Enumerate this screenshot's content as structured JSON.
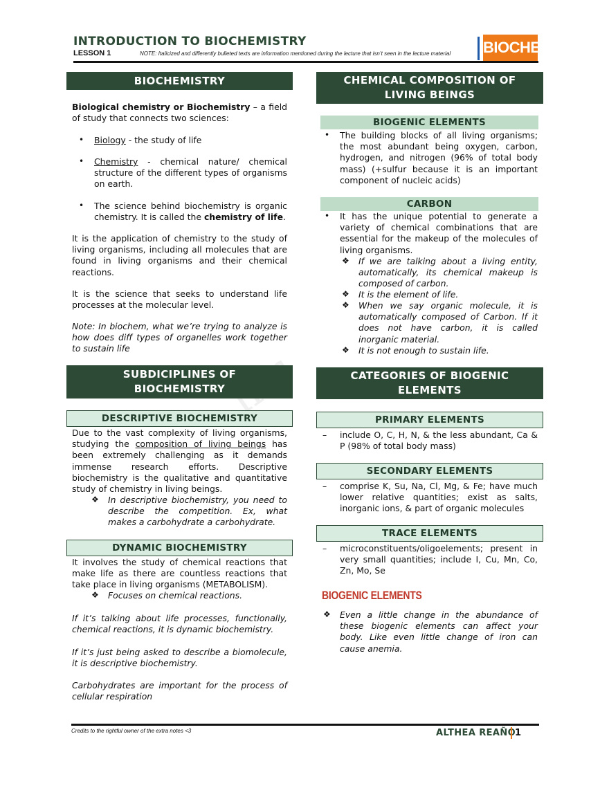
{
  "header": {
    "title": "INTRODUCTION TO BIOCHEMISTRY",
    "lesson": "LESSON 1",
    "note": "NOTE: Italicized and differently bulleted texts are information mentioned during the lecture that isn’t seen in the lecture material",
    "logo": "BIOCHEM"
  },
  "left": {
    "biochem_heading": "BIOCHEMISTRY",
    "def_bold": "Biological chemistry or Biochemistry",
    "def_rest": " – a field of study that connects two sciences:",
    "b1_u": "Biology",
    "b1_rest": " - the study of life",
    "b2_u": "Chemistry",
    "b2_rest": " - chemical nature/ chemical structure of the different types of organisms on earth.",
    "b3_rest": "The science behind biochemistry is organic chemistry. It is called the ",
    "b3_bold": "chemistry of life",
    "b3_end": ".",
    "p1": "It is the application of chemistry to the study of living organisms, including all molecules that are found in living organisms and their chemical reactions.",
    "p2": "It is the science that seeks to understand life processes at the molecular level.",
    "note": "Note: In biochem, what we’re trying to analyze is how does diff types of organelles work together to sustain life",
    "sub_heading_1": "SUBDICIPLINES OF",
    "sub_heading_2": "BIOCHEMISTRY",
    "desc_heading": "DESCRIPTIVE BIOCHEMISTRY",
    "desc_a": "Due to the vast complexity of living organisms, studying the ",
    "desc_u": "composition of living beings",
    "desc_b": " has been extremely challenging as it demands immense research efforts. Descriptive biochemistry is the qualitative and quantitative study of chemistry in living beings.",
    "desc_d": "In descriptive biochemistry, you need to describe the competition. Ex, what makes a carbohydrate a carbohydrate.",
    "dyn_heading": "DYNAMIC BIOCHEMISTRY",
    "dyn_p": "It involves the study of chemical reactions that make life as there are countless reactions that take place in living organisms (METABOLISM).",
    "dyn_d": "Focuses on chemical reactions.",
    "it1": "If it’s talking about life processes, functionally, chemical reactions, it is dynamic biochemistry.",
    "it2": "If it’s just being asked to describe a biomolecule, it is descriptive biochemistry.",
    "it3": "Carbohydrates are important for the process of cellular respiration"
  },
  "right": {
    "chem_heading_1": "CHEMICAL COMPOSITION OF",
    "chem_heading_2": "LIVING BEINGS",
    "bio_heading": "BIOGENIC ELEMENTS",
    "bio_b": "The building blocks of all living organisms; the most abundant being oxygen, carbon, hydrogen, and nitrogen (96% of total body mass) (+sulfur because it is an important component of nucleic acids)",
    "carbon_heading": "CARBON",
    "carbon_b": "It has the unique potential to generate a variety of chemical combinations that are essential for the makeup of the molecules of living organisms.",
    "c_d1": "If we are talking about a living entity, automatically, its chemical makeup is composed of carbon.",
    "c_d2": "It is the element of life.",
    "c_d3": "When we say organic molecule, it is automatically composed of Carbon. If it does not have carbon, it is called inorganic material.",
    "c_d4": "It is not enough to sustain life.",
    "cat_heading_1": "CATEGORIES OF BIOGENIC",
    "cat_heading_2": "ELEMENTS",
    "prim_heading": "PRIMARY ELEMENTS",
    "prim_t": "include O, C, H, N, & the less abundant, Ca & P (98% of total body mass)",
    "sec_heading": "SECONDARY ELEMENTS",
    "sec_t": "comprise K, Su, Na, Cl, Mg, & Fe; have much lower relative quantities; exist as salts, inorganic ions, & part of organic molecules",
    "trace_heading": "TRACE ELEMENTS",
    "trace_t": "microconstituents/oligoelements; present in very small quantities; include I, Cu, Mn, Co, Zn, Mo, Se",
    "styled_heading": "BIOGENIC ELEMENTS",
    "final_d": "Even a little change in the abundance of these biogenic elements can affect your body. Like even little change of iron can cause anemia."
  },
  "footer": {
    "credit": "Credits to the rightful owner of the extra notes <3",
    "name": "ALTHEA REAÑO",
    "page": "1"
  },
  "icons": {
    "bullet": "•",
    "diamond": "❖",
    "dash": "–"
  },
  "colors": {
    "dark_green": "#2c4a35",
    "light_green": "#bfdcc9",
    "orange": "#ee7a1a"
  }
}
